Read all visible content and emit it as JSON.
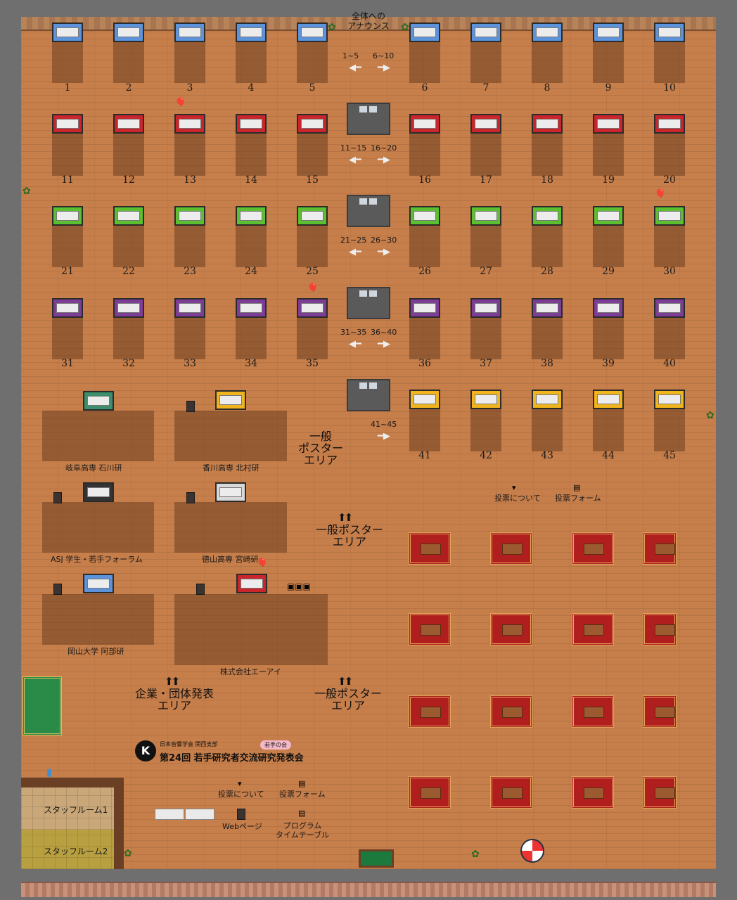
{
  "announcement": {
    "label_line1": "全体への",
    "label_line2": "アナウンス"
  },
  "nav": [
    {
      "left": "1~5",
      "right": "6~10"
    },
    {
      "left": "11~15",
      "right": "16~20"
    },
    {
      "left": "21~25",
      "right": "26~30"
    },
    {
      "left": "31~35",
      "right": "36~40"
    },
    {
      "left": "41~45",
      "right": ""
    }
  ],
  "booth_numbers": [
    "1",
    "2",
    "3",
    "4",
    "5",
    "6",
    "7",
    "8",
    "9",
    "10",
    "11",
    "12",
    "13",
    "14",
    "15",
    "16",
    "17",
    "18",
    "19",
    "20",
    "21",
    "22",
    "23",
    "24",
    "25",
    "26",
    "27",
    "28",
    "29",
    "30",
    "31",
    "32",
    "33",
    "34",
    "35",
    "36",
    "37",
    "38",
    "39",
    "40",
    "41",
    "42",
    "43",
    "44",
    "45"
  ],
  "booth_colors": {
    "row1": "#5c93da",
    "row2": "#c8262c",
    "row3": "#5bbf30",
    "row4": "#7d3c95",
    "row5": "#f0b51c"
  },
  "labs": {
    "gifu": "岐阜高専 石川研",
    "kagawa": "香川高専 北村研",
    "asj": "ASJ 学生・若手フォーラム",
    "tokuyama": "徳山高専 宮崎研",
    "okayama": "岡山大学 阿部研",
    "company": "株式会社エーアイ"
  },
  "areas": {
    "general_poster_a_l1": "一般",
    "general_poster_a_l2": "ポスター",
    "general_poster_a_l3": "エリア",
    "general_poster_b_l1": "一般ポスター",
    "general_poster_b_l2": "エリア",
    "general_poster_c_l1": "一般ポスター",
    "general_poster_c_l2": "エリア",
    "corporate_l1": "企業・団体発表",
    "corporate_l2": "エリア"
  },
  "vote": {
    "about_top": "投票について",
    "form_top": "投票フォーム",
    "about_bottom": "投票について",
    "form_bottom": "投票フォーム"
  },
  "links": {
    "web": "Webページ",
    "program_l1": "プログラム",
    "program_l2": "タイムテーブル"
  },
  "staff": {
    "room1": "スタッフルーム1",
    "room2": "スタッフルーム2"
  },
  "logo": {
    "mark": "K",
    "society": "日本音響学会 関西支部",
    "title": "第24回 若手研究者交流研究発表会",
    "badge": "若手の会"
  },
  "icons": [
    "wall-icon",
    "balloon-icon",
    "bunting-icon",
    "plant-icon",
    "chair-icon",
    "table-icon",
    "rug-icon",
    "pool-table-icon",
    "umbrella-icon",
    "water-cooler-icon",
    "desk-icon"
  ]
}
